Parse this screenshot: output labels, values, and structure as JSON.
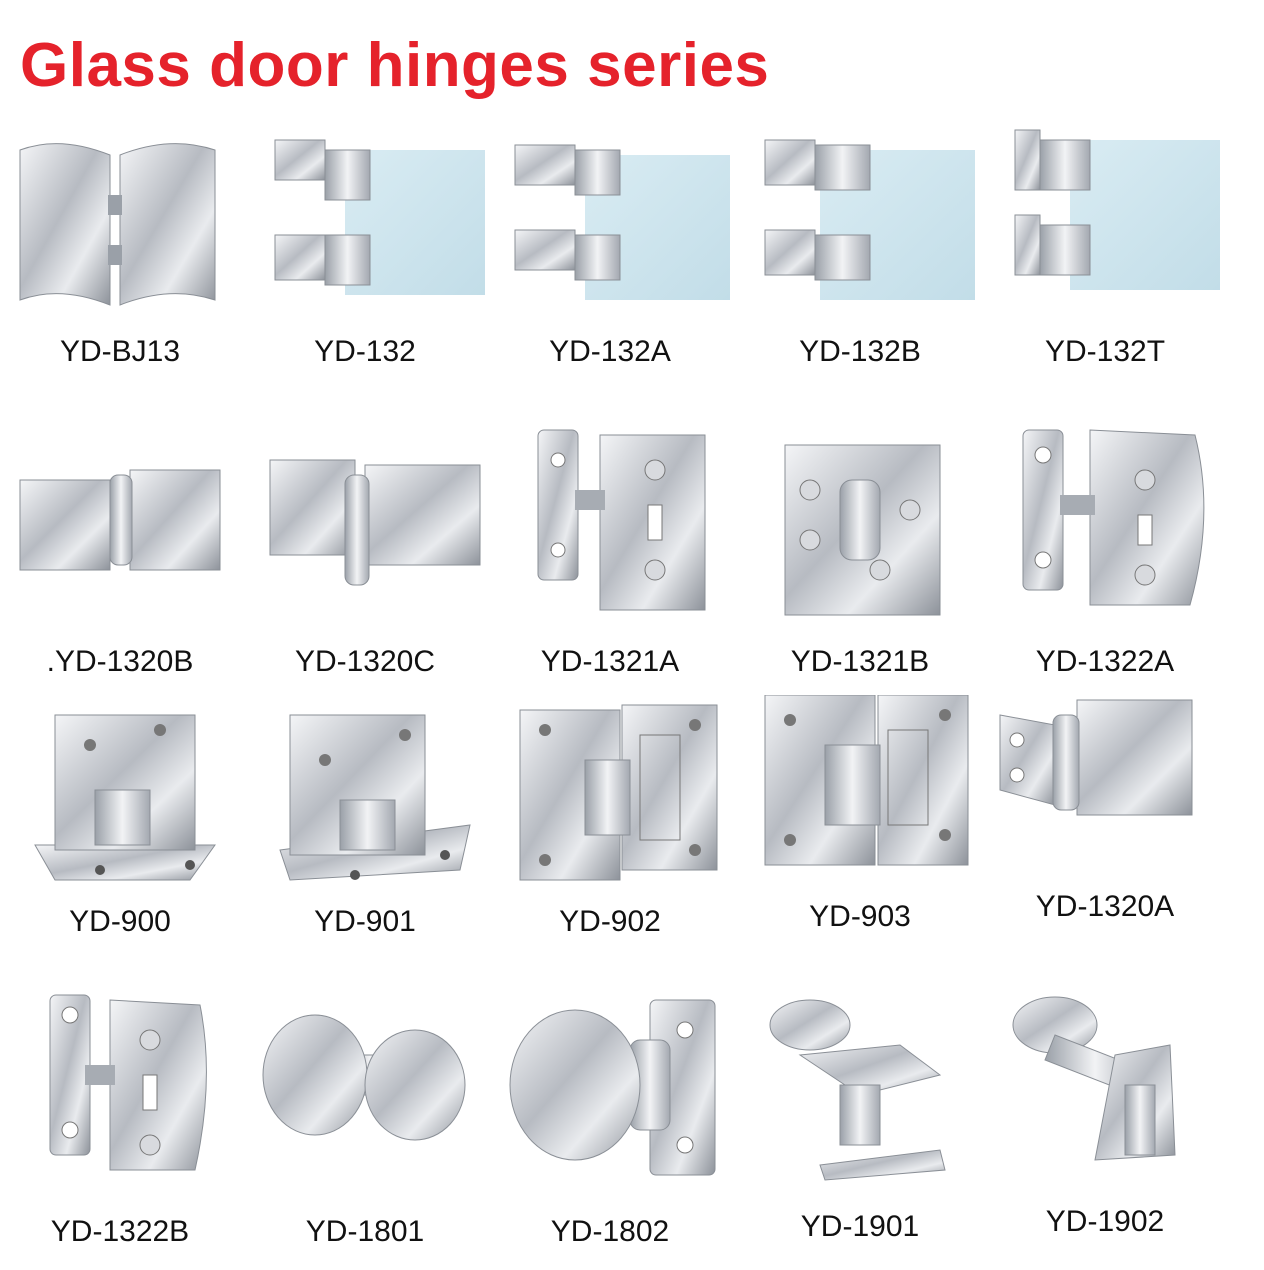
{
  "title": "Glass door hinges series",
  "products": [
    {
      "code": "YD-BJ13"
    },
    {
      "code": "YD-132"
    },
    {
      "code": "YD-132A"
    },
    {
      "code": "YD-132B"
    },
    {
      "code": "YD-132T"
    },
    {
      "code": ".YD-1320B"
    },
    {
      "code": "YD-1320C"
    },
    {
      "code": "YD-1321A"
    },
    {
      "code": "YD-1321B"
    },
    {
      "code": "YD-1322A"
    },
    {
      "code": "YD-900"
    },
    {
      "code": "YD-901"
    },
    {
      "code": "YD-902"
    },
    {
      "code": "YD-903"
    },
    {
      "code": "YD-1320A"
    },
    {
      "code": "YD-1322B"
    },
    {
      "code": "YD-1801"
    },
    {
      "code": "YD-1802"
    },
    {
      "code": "YD-1901"
    },
    {
      "code": "YD-1902"
    }
  ],
  "colors": {
    "title": "#e5222b",
    "metal": "#b9bcc2",
    "metal_light": "#e6e8eb",
    "glass": "#cfe6ee"
  }
}
